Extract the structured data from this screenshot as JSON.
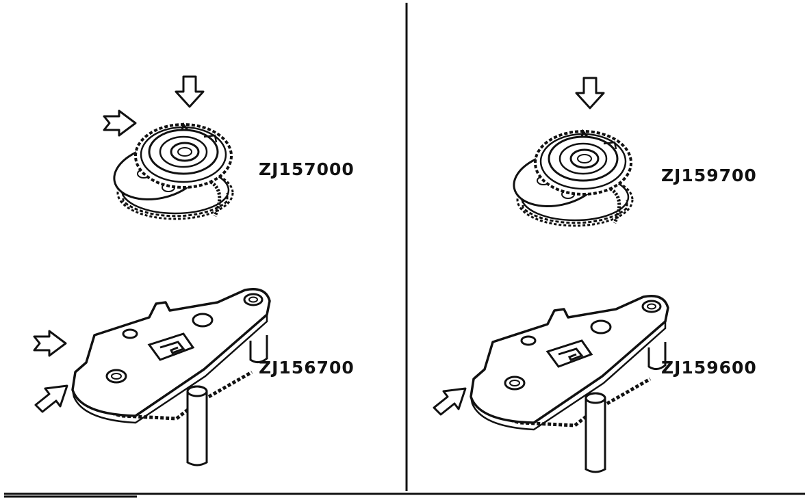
{
  "labels": {
    "left_top": "ZJ157000",
    "left_bottom": "ZJ156700",
    "right_top": "ZJ159700",
    "right_bottom": "ZJ159600"
  },
  "colors": {
    "ink": "#111111",
    "paper": "#ffffff"
  },
  "icons": {
    "part_arrow": "hollow-arrow-icon",
    "gear": "gear-assembly",
    "plate": "gear-plate-assembly"
  }
}
